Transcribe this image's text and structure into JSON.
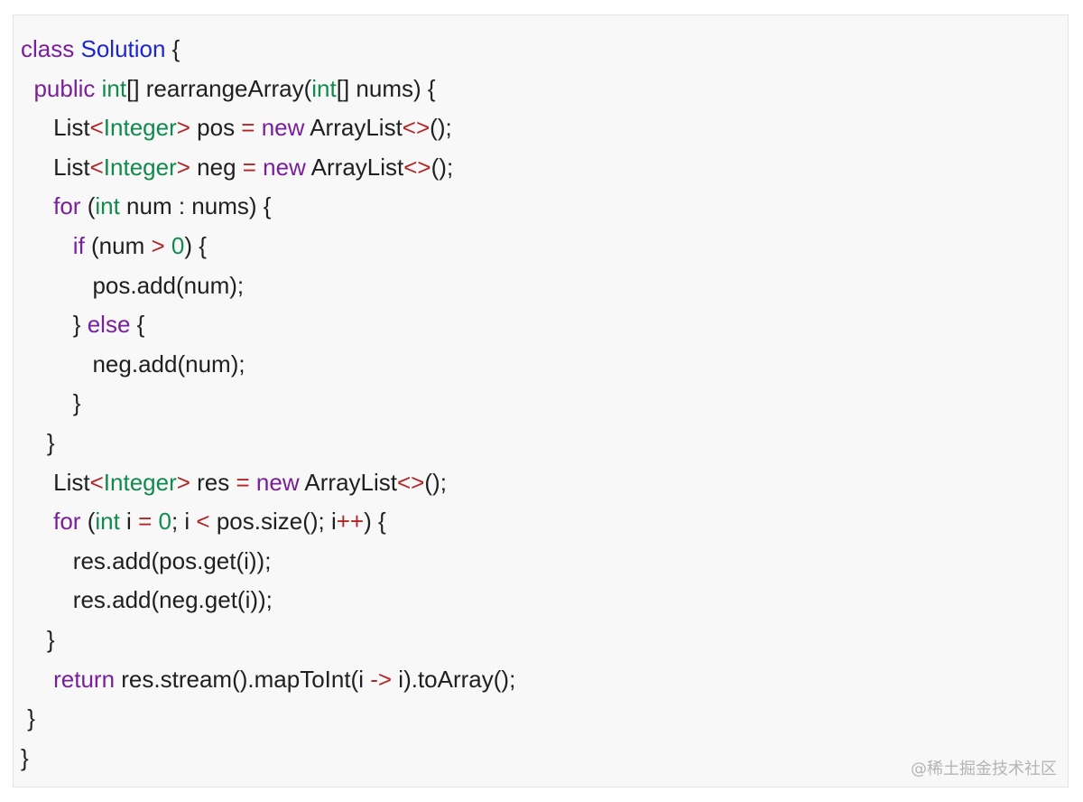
{
  "code_block": {
    "language": "java",
    "colors": {
      "background": "#f8f8f8",
      "border": "#e4e4e4",
      "plain": "#1f1f1f",
      "keyword": "#7a1f9c",
      "class_name": "#1b25d6",
      "type": "#118a4e",
      "operator": "#b32525",
      "number": "#118a4e"
    },
    "lines": [
      {
        "indent": "",
        "tokens": [
          {
            "t": "kw",
            "v": "class"
          },
          {
            "t": "plain",
            "v": " "
          },
          {
            "t": "cls",
            "v": "Solution"
          },
          {
            "t": "plain",
            "v": " {"
          }
        ]
      },
      {
        "indent": "  ",
        "tokens": [
          {
            "t": "kw",
            "v": "public"
          },
          {
            "t": "plain",
            "v": " "
          },
          {
            "t": "typ",
            "v": "int"
          },
          {
            "t": "plain",
            "v": "[] rearrangeArray("
          },
          {
            "t": "typ",
            "v": "int"
          },
          {
            "t": "plain",
            "v": "[] nums) {"
          }
        ]
      },
      {
        "indent": "     ",
        "tokens": [
          {
            "t": "plain",
            "v": "List"
          },
          {
            "t": "op",
            "v": "<"
          },
          {
            "t": "typ",
            "v": "Integer"
          },
          {
            "t": "op",
            "v": ">"
          },
          {
            "t": "plain",
            "v": " pos "
          },
          {
            "t": "op",
            "v": "="
          },
          {
            "t": "plain",
            "v": " "
          },
          {
            "t": "kw",
            "v": "new"
          },
          {
            "t": "plain",
            "v": " ArrayList"
          },
          {
            "t": "op",
            "v": "<>"
          },
          {
            "t": "plain",
            "v": "();"
          }
        ]
      },
      {
        "indent": "     ",
        "tokens": [
          {
            "t": "plain",
            "v": "List"
          },
          {
            "t": "op",
            "v": "<"
          },
          {
            "t": "typ",
            "v": "Integer"
          },
          {
            "t": "op",
            "v": ">"
          },
          {
            "t": "plain",
            "v": " neg "
          },
          {
            "t": "op",
            "v": "="
          },
          {
            "t": "plain",
            "v": " "
          },
          {
            "t": "kw",
            "v": "new"
          },
          {
            "t": "plain",
            "v": " ArrayList"
          },
          {
            "t": "op",
            "v": "<>"
          },
          {
            "t": "plain",
            "v": "();"
          }
        ]
      },
      {
        "indent": "     ",
        "tokens": [
          {
            "t": "kw",
            "v": "for"
          },
          {
            "t": "plain",
            "v": " ("
          },
          {
            "t": "typ",
            "v": "int"
          },
          {
            "t": "plain",
            "v": " num : nums) {"
          }
        ]
      },
      {
        "indent": "        ",
        "tokens": [
          {
            "t": "kw",
            "v": "if"
          },
          {
            "t": "plain",
            "v": " (num "
          },
          {
            "t": "op",
            "v": ">"
          },
          {
            "t": "plain",
            "v": " "
          },
          {
            "t": "num",
            "v": "0"
          },
          {
            "t": "plain",
            "v": ") {"
          }
        ]
      },
      {
        "indent": "           ",
        "tokens": [
          {
            "t": "plain",
            "v": "pos.add(num);"
          }
        ]
      },
      {
        "indent": "        ",
        "tokens": [
          {
            "t": "plain",
            "v": "} "
          },
          {
            "t": "kw",
            "v": "else"
          },
          {
            "t": "plain",
            "v": " {"
          }
        ]
      },
      {
        "indent": "           ",
        "tokens": [
          {
            "t": "plain",
            "v": "neg.add(num);"
          }
        ]
      },
      {
        "indent": "        ",
        "tokens": [
          {
            "t": "plain",
            "v": "}"
          }
        ]
      },
      {
        "indent": "    ",
        "tokens": [
          {
            "t": "plain",
            "v": "}"
          }
        ]
      },
      {
        "indent": "     ",
        "tokens": [
          {
            "t": "plain",
            "v": "List"
          },
          {
            "t": "op",
            "v": "<"
          },
          {
            "t": "typ",
            "v": "Integer"
          },
          {
            "t": "op",
            "v": ">"
          },
          {
            "t": "plain",
            "v": " res "
          },
          {
            "t": "op",
            "v": "="
          },
          {
            "t": "plain",
            "v": " "
          },
          {
            "t": "kw",
            "v": "new"
          },
          {
            "t": "plain",
            "v": " ArrayList"
          },
          {
            "t": "op",
            "v": "<>"
          },
          {
            "t": "plain",
            "v": "();"
          }
        ]
      },
      {
        "indent": "     ",
        "tokens": [
          {
            "t": "kw",
            "v": "for"
          },
          {
            "t": "plain",
            "v": " ("
          },
          {
            "t": "typ",
            "v": "int"
          },
          {
            "t": "plain",
            "v": " i "
          },
          {
            "t": "op",
            "v": "="
          },
          {
            "t": "plain",
            "v": " "
          },
          {
            "t": "num",
            "v": "0"
          },
          {
            "t": "plain",
            "v": "; i "
          },
          {
            "t": "op",
            "v": "<"
          },
          {
            "t": "plain",
            "v": " pos.size(); i"
          },
          {
            "t": "op",
            "v": "++"
          },
          {
            "t": "plain",
            "v": ") {"
          }
        ]
      },
      {
        "indent": "        ",
        "tokens": [
          {
            "t": "plain",
            "v": "res.add(pos.get(i));"
          }
        ]
      },
      {
        "indent": "        ",
        "tokens": [
          {
            "t": "plain",
            "v": "res.add(neg.get(i));"
          }
        ]
      },
      {
        "indent": "    ",
        "tokens": [
          {
            "t": "plain",
            "v": "}"
          }
        ]
      },
      {
        "indent": "     ",
        "tokens": [
          {
            "t": "kw",
            "v": "return"
          },
          {
            "t": "plain",
            "v": " res.stream().mapToInt(i "
          },
          {
            "t": "op",
            "v": "->"
          },
          {
            "t": "plain",
            "v": " i).toArray();"
          }
        ]
      },
      {
        "indent": " ",
        "tokens": [
          {
            "t": "plain",
            "v": "}"
          }
        ]
      },
      {
        "indent": "",
        "tokens": [
          {
            "t": "plain",
            "v": "}"
          }
        ]
      }
    ]
  },
  "watermark": {
    "text": "@稀土掘金技术社区"
  }
}
